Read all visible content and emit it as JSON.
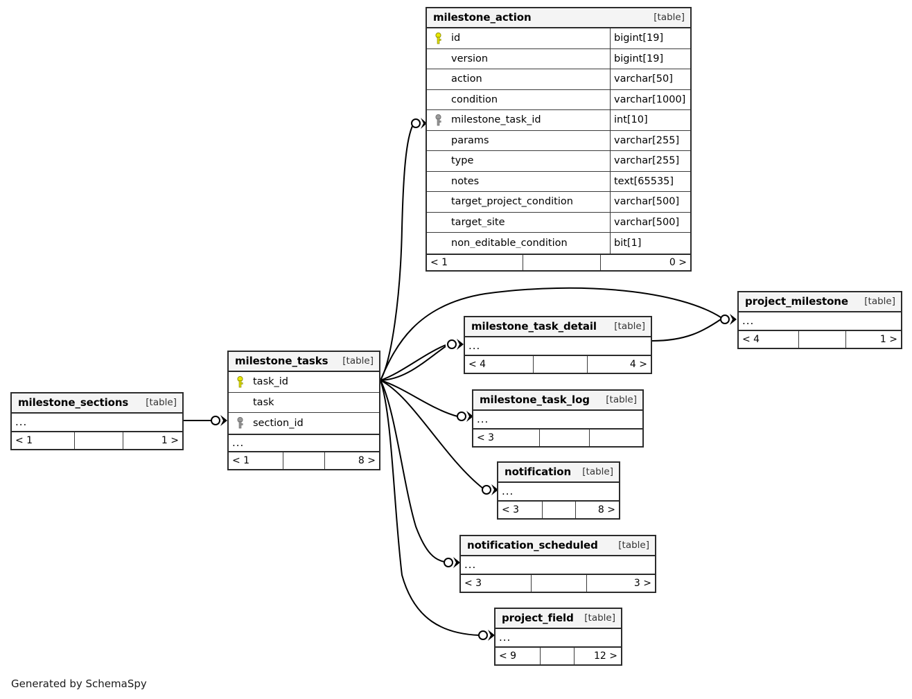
{
  "diagram": {
    "caption": "Generated by SchemaSpy",
    "kind_label": "[table]",
    "ellipsis": "...",
    "colors": {
      "primary_key": "#e8e800",
      "foreign_key": "#9a9a9a",
      "border": "#2b2b2b",
      "header_bg": "#f4f4f4",
      "edge": "#000000",
      "background": "#ffffff"
    }
  },
  "tables": {
    "milestone_action": {
      "name": "milestone_action",
      "kind": "[table]",
      "columns": [
        {
          "key": "primary-key",
          "name": "id",
          "type": "bigint[19]"
        },
        {
          "key": "none",
          "name": "version",
          "type": "bigint[19]"
        },
        {
          "key": "none",
          "name": "action",
          "type": "varchar[50]"
        },
        {
          "key": "none",
          "name": "condition",
          "type": "varchar[1000]"
        },
        {
          "key": "foreign-key",
          "name": "milestone_task_id",
          "type": "int[10]"
        },
        {
          "key": "none",
          "name": "params",
          "type": "varchar[255]"
        },
        {
          "key": "none",
          "name": "type",
          "type": "varchar[255]"
        },
        {
          "key": "none",
          "name": "notes",
          "type": "text[65535]"
        },
        {
          "key": "none",
          "name": "target_project_condition",
          "type": "varchar[500]"
        },
        {
          "key": "none",
          "name": "target_site",
          "type": "varchar[500]"
        },
        {
          "key": "none",
          "name": "non_editable_condition",
          "type": "bit[1]"
        }
      ],
      "footer": {
        "left": "< 1",
        "mid": "",
        "right": "0 >"
      }
    },
    "milestone_tasks": {
      "name": "milestone_tasks",
      "kind": "[table]",
      "columns": [
        {
          "key": "primary-key",
          "name": "task_id",
          "type": ""
        },
        {
          "key": "none",
          "name": "task",
          "type": ""
        },
        {
          "key": "foreign-key",
          "name": "section_id",
          "type": ""
        }
      ],
      "has_ellipsis": true,
      "footer": {
        "left": "< 1",
        "mid": "",
        "right": "8 >"
      }
    },
    "milestone_sections": {
      "name": "milestone_sections",
      "kind": "[table]",
      "columns": [],
      "has_ellipsis": true,
      "footer": {
        "left": "< 1",
        "mid": "",
        "right": "1 >"
      }
    },
    "milestone_task_detail": {
      "name": "milestone_task_detail",
      "kind": "[table]",
      "columns": [],
      "has_ellipsis": true,
      "footer": {
        "left": "< 4",
        "mid": "",
        "right": "4 >"
      }
    },
    "milestone_task_log": {
      "name": "milestone_task_log",
      "kind": "[table]",
      "columns": [],
      "has_ellipsis": true,
      "footer": {
        "left": "< 3",
        "mid": "",
        "right": ""
      }
    },
    "notification": {
      "name": "notification",
      "kind": "[table]",
      "columns": [],
      "has_ellipsis": true,
      "footer": {
        "left": "< 3",
        "mid": "",
        "right": "8 >"
      }
    },
    "notification_scheduled": {
      "name": "notification_scheduled",
      "kind": "[table]",
      "columns": [],
      "has_ellipsis": true,
      "footer": {
        "left": "< 3",
        "mid": "",
        "right": "3 >"
      }
    },
    "project_field": {
      "name": "project_field",
      "kind": "[table]",
      "columns": [],
      "has_ellipsis": true,
      "footer": {
        "left": "< 9",
        "mid": "",
        "right": "12 >"
      }
    },
    "project_milestone": {
      "name": "project_milestone",
      "kind": "[table]",
      "columns": [],
      "has_ellipsis": true,
      "footer": {
        "left": "< 4",
        "mid": "",
        "right": "1 >"
      }
    }
  },
  "relationships": [
    {
      "from": "milestone_tasks",
      "to": "milestone_action",
      "on": "milestone_task_id"
    },
    {
      "from": "milestone_tasks",
      "to": "milestone_task_detail",
      "on": ""
    },
    {
      "from": "milestone_tasks",
      "to": "milestone_task_log",
      "on": ""
    },
    {
      "from": "milestone_tasks",
      "to": "notification",
      "on": ""
    },
    {
      "from": "milestone_tasks",
      "to": "notification_scheduled",
      "on": ""
    },
    {
      "from": "milestone_tasks",
      "to": "project_field",
      "on": ""
    },
    {
      "from": "milestone_tasks",
      "to": "project_milestone",
      "on": ""
    },
    {
      "from": "milestone_task_detail",
      "to": "project_milestone",
      "on": ""
    },
    {
      "from": "milestone_sections",
      "to": "milestone_tasks",
      "on": "section_id"
    }
  ]
}
